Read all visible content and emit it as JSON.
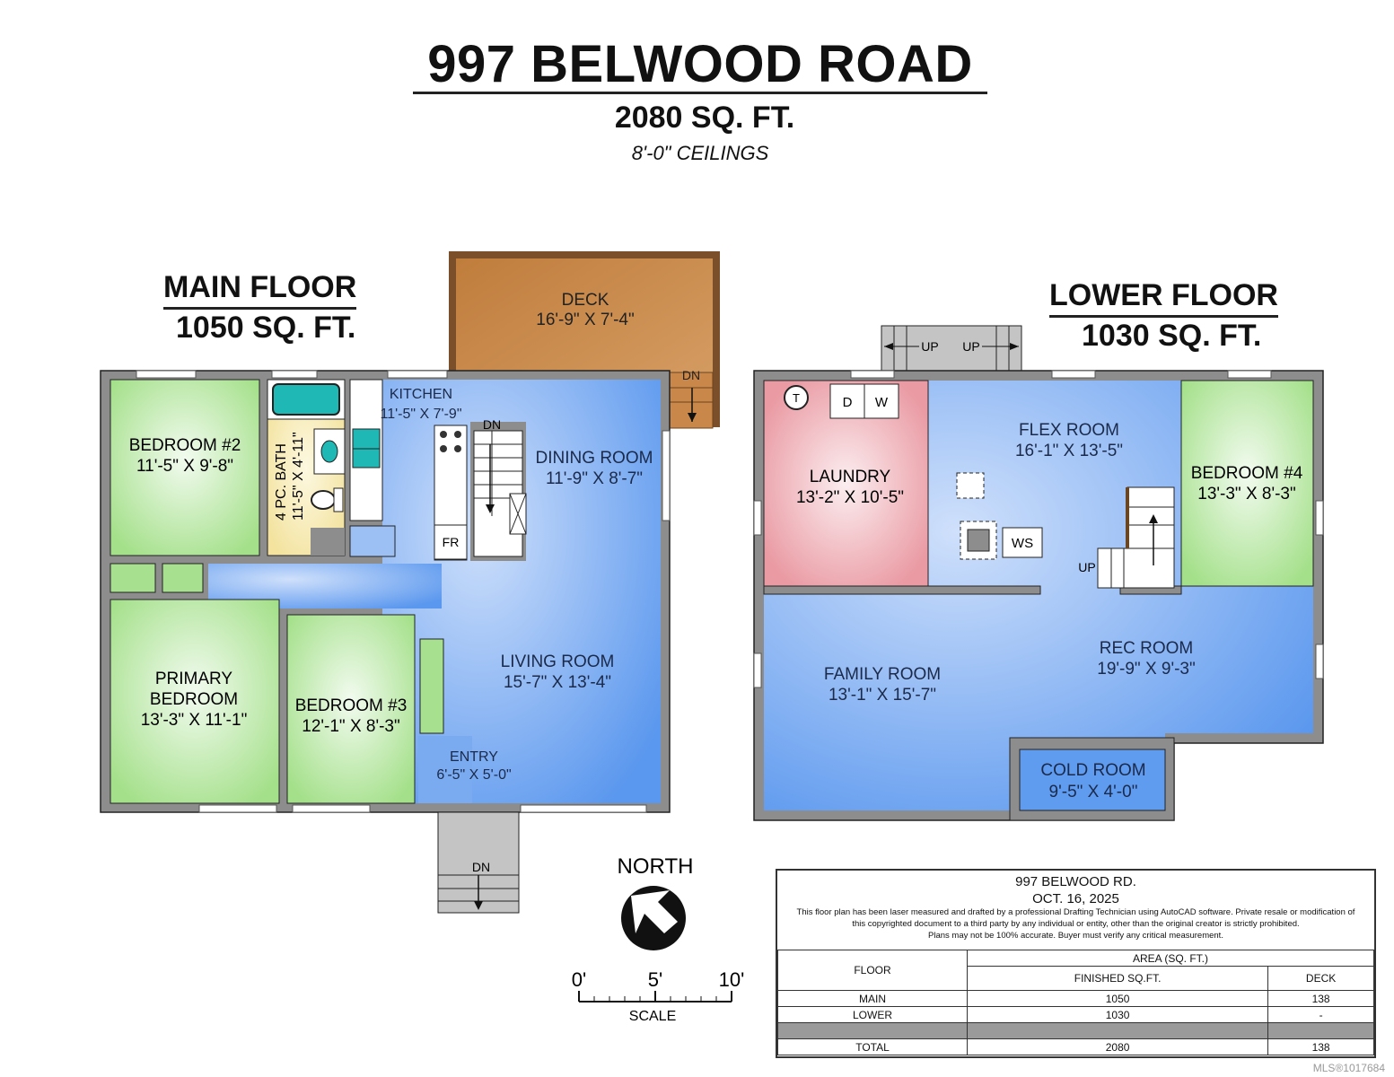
{
  "header": {
    "address": "997 BELWOOD ROAD",
    "total_area": "2080 SQ. FT.",
    "ceilings": "8'-0\" CEILINGS"
  },
  "main_floor": {
    "label": "MAIN FLOOR",
    "area": "1050 SQ. FT.",
    "rooms": {
      "deck": {
        "name": "DECK",
        "dims": "16'-9\" X 7'-4\"",
        "color": "#c98a4b"
      },
      "bedroom2": {
        "name": "BEDROOM #2",
        "dims": "11'-5\" X 9'-8\"",
        "color": "#a7e08f"
      },
      "bath": {
        "name": "4 PC. BATH",
        "dims": "11'-5\" X 4'-11\"",
        "color": "#f5eab0"
      },
      "kitchen": {
        "name": "KITCHEN",
        "dims": "11'-5\" X 7'-9\""
      },
      "dining": {
        "name": "DINING ROOM",
        "dims": "11'-9\" X 8'-7\""
      },
      "living": {
        "name": "LIVING ROOM",
        "dims": "15'-7\" X 13'-4\"",
        "color": "#5f9bef"
      },
      "primary": {
        "name1": "PRIMARY",
        "name2": "BEDROOM",
        "dims": "13'-3\" X 11'-1\""
      },
      "bedroom3": {
        "name": "BEDROOM #3",
        "dims": "12'-1\" X 8'-3\""
      },
      "entry": {
        "name": "ENTRY",
        "dims": "6'-5\" X 5'-0\""
      }
    },
    "fixtures": {
      "fridge": "FR",
      "stairs_down": "DN",
      "deck_stairs": "DN",
      "entry_stairs": "DN"
    }
  },
  "lower_floor": {
    "label": "LOWER FLOOR",
    "area": "1030 SQ. FT.",
    "rooms": {
      "laundry": {
        "name": "LAUNDRY",
        "dims": "13'-2\" X 10'-5\"",
        "color": "#ee9aa4"
      },
      "flex": {
        "name": "FLEX ROOM",
        "dims": "16'-1\" X 13'-5\""
      },
      "bedroom4": {
        "name": "BEDROOM #4",
        "dims": "13'-3\" X 8'-3\""
      },
      "family": {
        "name": "FAMILY ROOM",
        "dims": "13'-1\" X 15'-7\""
      },
      "rec": {
        "name": "REC ROOM",
        "dims": "19'-9\" X 9'-3\""
      },
      "cold": {
        "name": "COLD ROOM",
        "dims": "9'-5\" X 4'-0\""
      }
    },
    "fixtures": {
      "tank": "T",
      "dryer": "D",
      "washer": "W",
      "wood_stove": "WS",
      "stairs_up": "UP",
      "ext_up_left": "UP",
      "ext_up_right": "UP"
    }
  },
  "compass": {
    "label": "NORTH"
  },
  "scale": {
    "ticks": [
      "0'",
      "5'",
      "10'"
    ],
    "label": "SCALE"
  },
  "info_box": {
    "address": "997 BELWOOD RD.",
    "date": "OCT. 16, 2025",
    "disclaimer1": "This floor plan has been laser measured and drafted by a professional Drafting Technician using AutoCAD software. Private resale or modification of",
    "disclaimer2": "this copyrighted document to a third party by any individual or entity, other than the original creator is strictly prohibited.",
    "disclaimer3": "Plans may not be 100% accurate.  Buyer must verify any critical measurement.",
    "table": {
      "col_floor": "FLOOR",
      "col_area": "AREA (SQ. FT.)",
      "col_finished": "FINISHED SQ.FT.",
      "col_deck": "DECK",
      "rows": [
        {
          "floor": "MAIN",
          "finished": "1050",
          "deck": "138"
        },
        {
          "floor": "LOWER",
          "finished": "1030",
          "deck": "-"
        },
        {
          "floor": "",
          "finished": "",
          "deck": ""
        },
        {
          "floor": "TOTAL",
          "finished": "2080",
          "deck": "138"
        }
      ]
    }
  },
  "watermark": "MLS®1017684"
}
